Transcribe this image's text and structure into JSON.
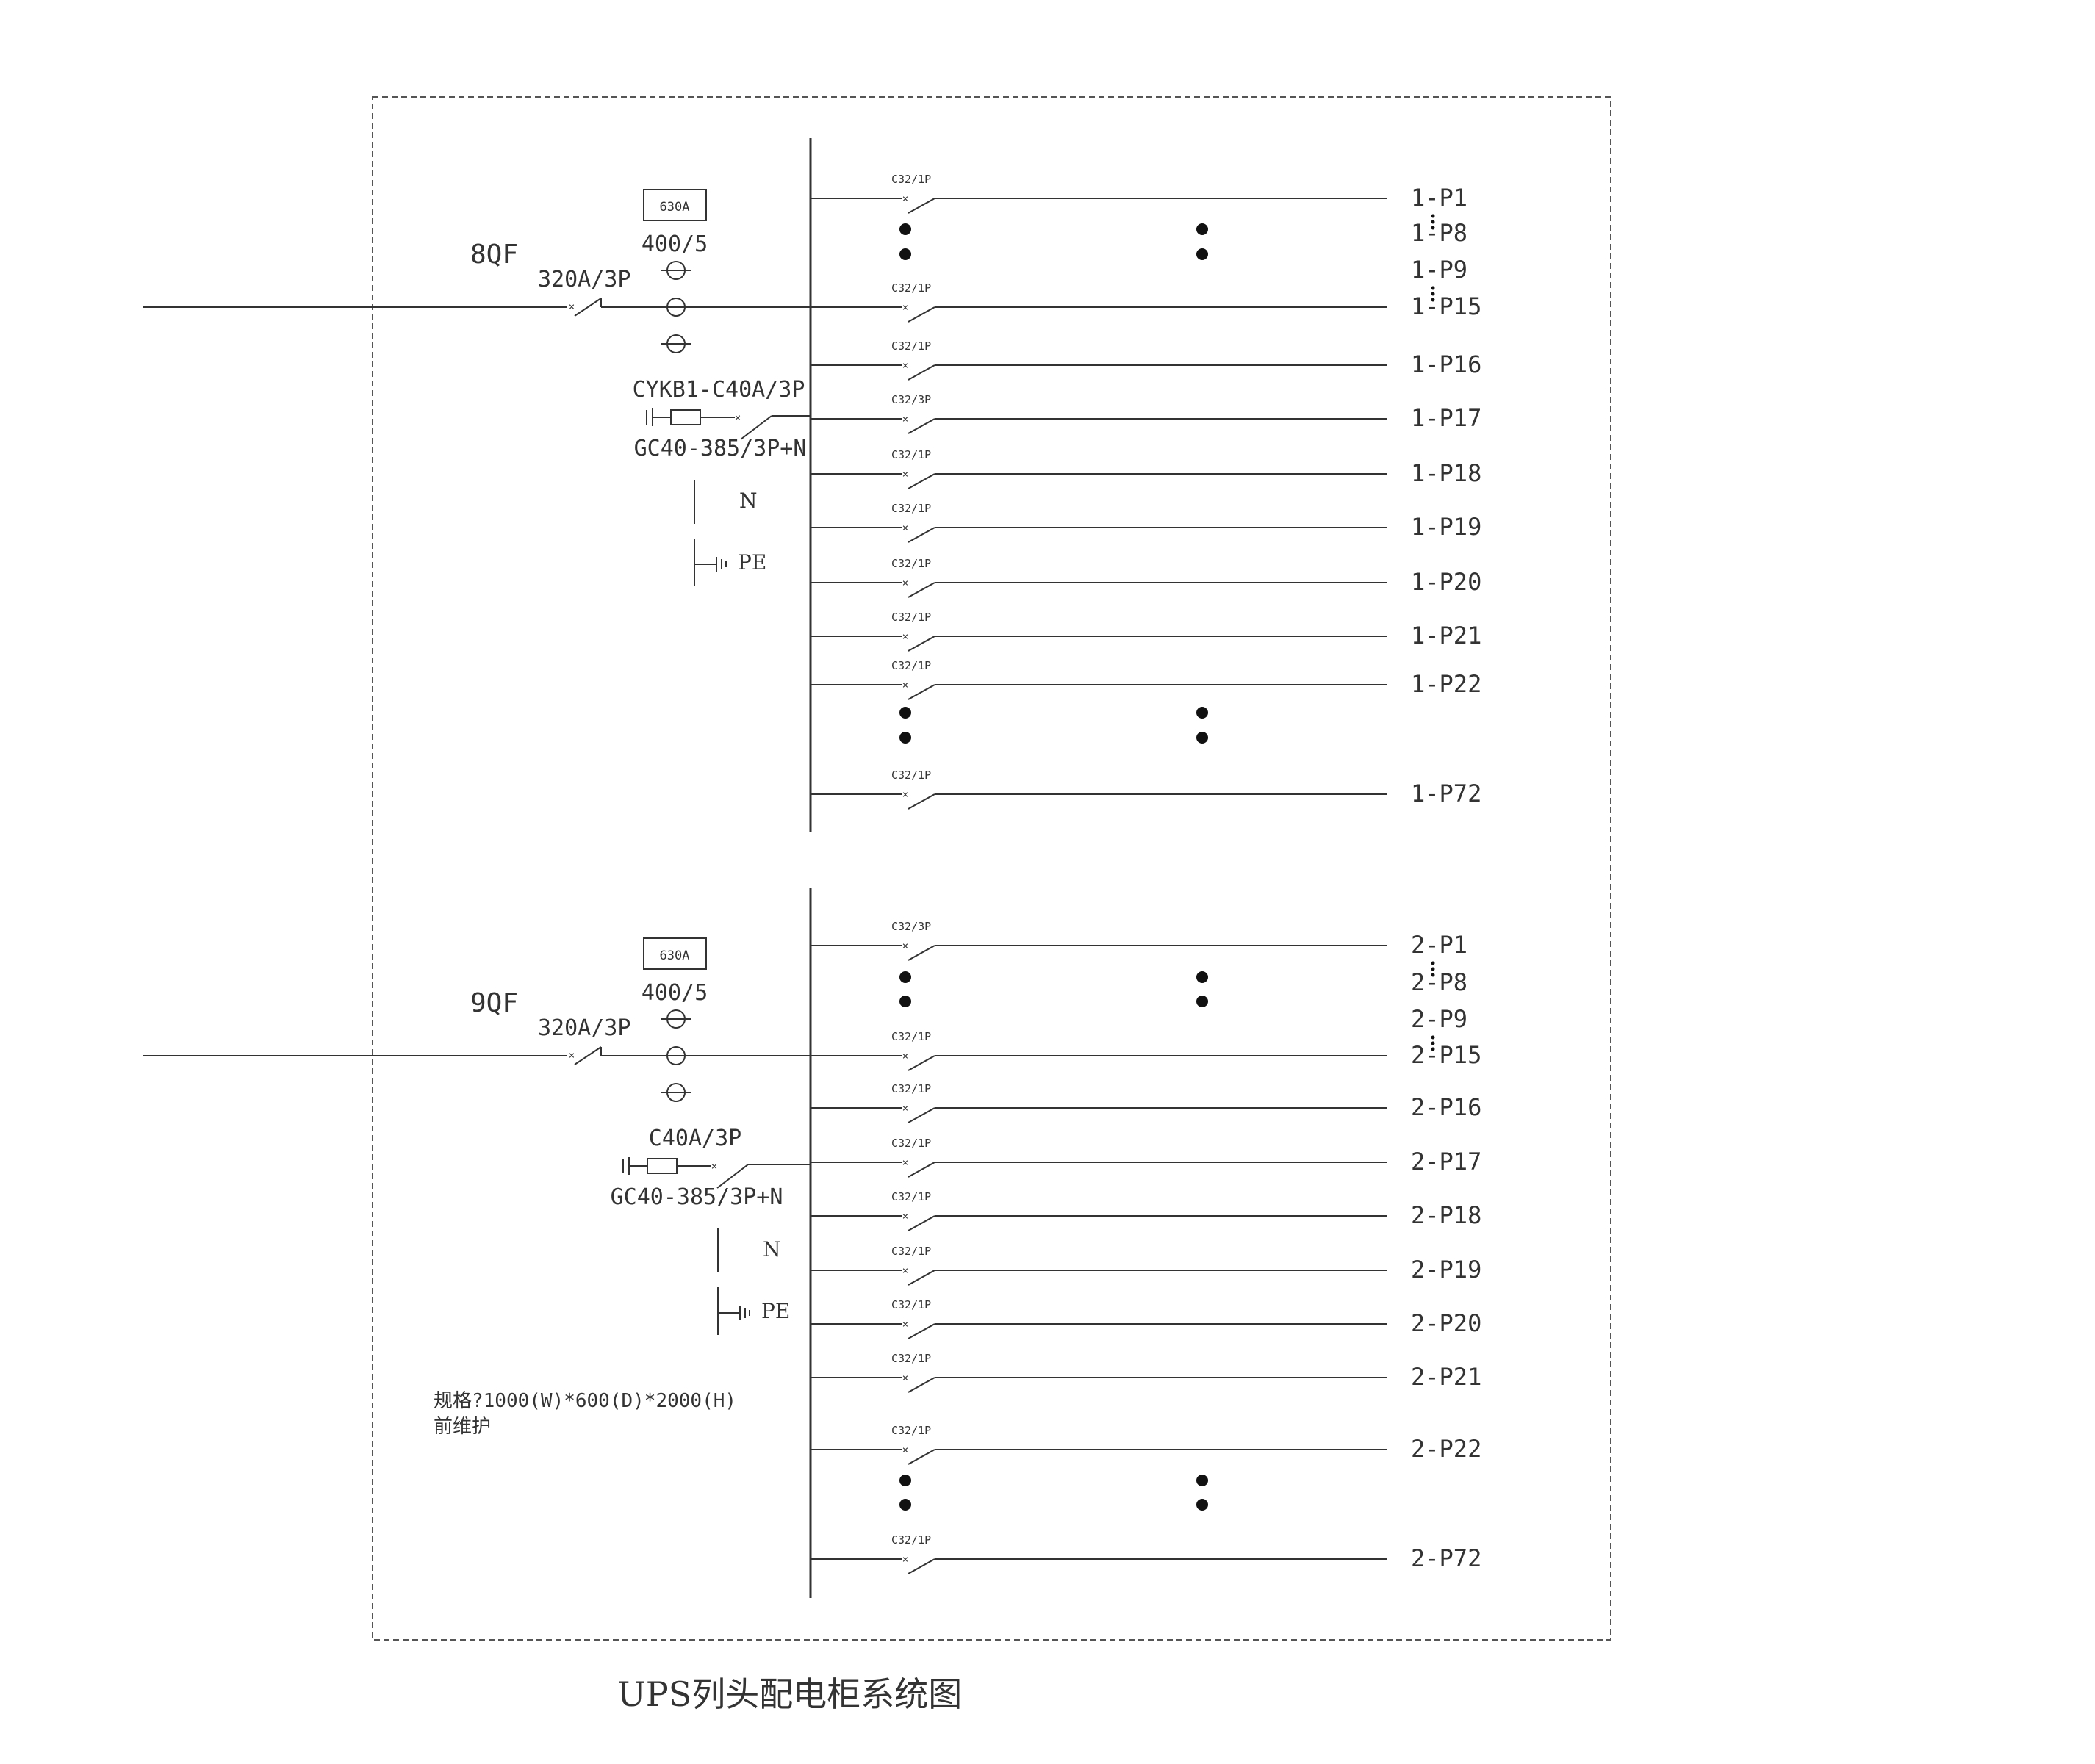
{
  "title": "UPS列头配电柜系统图",
  "spec_line1": "规格?1000(W)*600(D)*2000(H)",
  "spec_line2": "前维护",
  "colors": {
    "line": "#333333",
    "text": "#333333",
    "frame": "#555555",
    "background": "#ffffff"
  },
  "panels": [
    {
      "main_breaker": "8QF",
      "main_rating": "320A/3P",
      "meter_box": "630A",
      "ct_ratio": "400/5",
      "spd_breaker": "CYKB1-C40A/3P",
      "spd_model": "GC40-385/3P+N",
      "n_label": "N",
      "pe_label": "PE",
      "circuits": [
        {
          "rating": "C32/1P",
          "label": "1-P1"
        },
        {
          "label": "1-P8"
        },
        {
          "label": "1-P9"
        },
        {
          "rating": "C32/1P",
          "label": "1-P15"
        },
        {
          "rating": "C32/1P",
          "label": "1-P16"
        },
        {
          "rating": "C32/3P",
          "label": "1-P17"
        },
        {
          "rating": "C32/1P",
          "label": "1-P18"
        },
        {
          "rating": "C32/1P",
          "label": "1-P19"
        },
        {
          "rating": "C32/1P",
          "label": "1-P20"
        },
        {
          "rating": "C32/1P",
          "label": "1-P21"
        },
        {
          "rating": "C32/1P",
          "label": "1-P22"
        },
        {
          "rating": "C32/1P",
          "label": "1-P72"
        }
      ]
    },
    {
      "main_breaker": "9QF",
      "main_rating": "320A/3P",
      "meter_box": "630A",
      "ct_ratio": "400/5",
      "spd_breaker": "C40A/3P",
      "spd_model": "GC40-385/3P+N",
      "n_label": "N",
      "pe_label": "PE",
      "circuits": [
        {
          "rating": "C32/3P",
          "label": "2-P1"
        },
        {
          "label": "2-P8"
        },
        {
          "label": "2-P9"
        },
        {
          "rating": "C32/1P",
          "label": "2-P15"
        },
        {
          "rating": "C32/1P",
          "label": "2-P16"
        },
        {
          "rating": "C32/1P",
          "label": "2-P17"
        },
        {
          "rating": "C32/1P",
          "label": "2-P18"
        },
        {
          "rating": "C32/1P",
          "label": "2-P19"
        },
        {
          "rating": "C32/1P",
          "label": "2-P20"
        },
        {
          "rating": "C32/1P",
          "label": "2-P21"
        },
        {
          "rating": "C32/1P",
          "label": "2-P22"
        },
        {
          "rating": "C32/1P",
          "label": "2-P72"
        }
      ]
    }
  ]
}
